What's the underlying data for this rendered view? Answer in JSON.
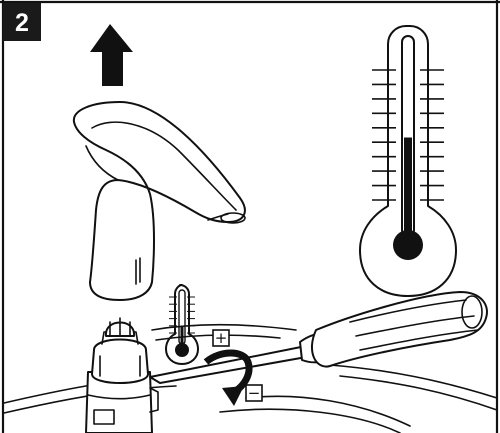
{
  "step": {
    "number": "2"
  },
  "adjust": {
    "increase_symbol": "+",
    "decrease_symbol": "−"
  },
  "thermometers": {
    "large": {
      "level": 0.5
    },
    "small": {
      "level": 0.35
    }
  },
  "icons": {
    "lift_arrow": "arrow-up-icon",
    "rotate_arrow": "rotate-arrow-icon",
    "screwdriver": "screwdriver-icon"
  },
  "colors": {
    "ink": "#111111",
    "paper": "#ffffff",
    "badge": "#1a1a1a"
  }
}
